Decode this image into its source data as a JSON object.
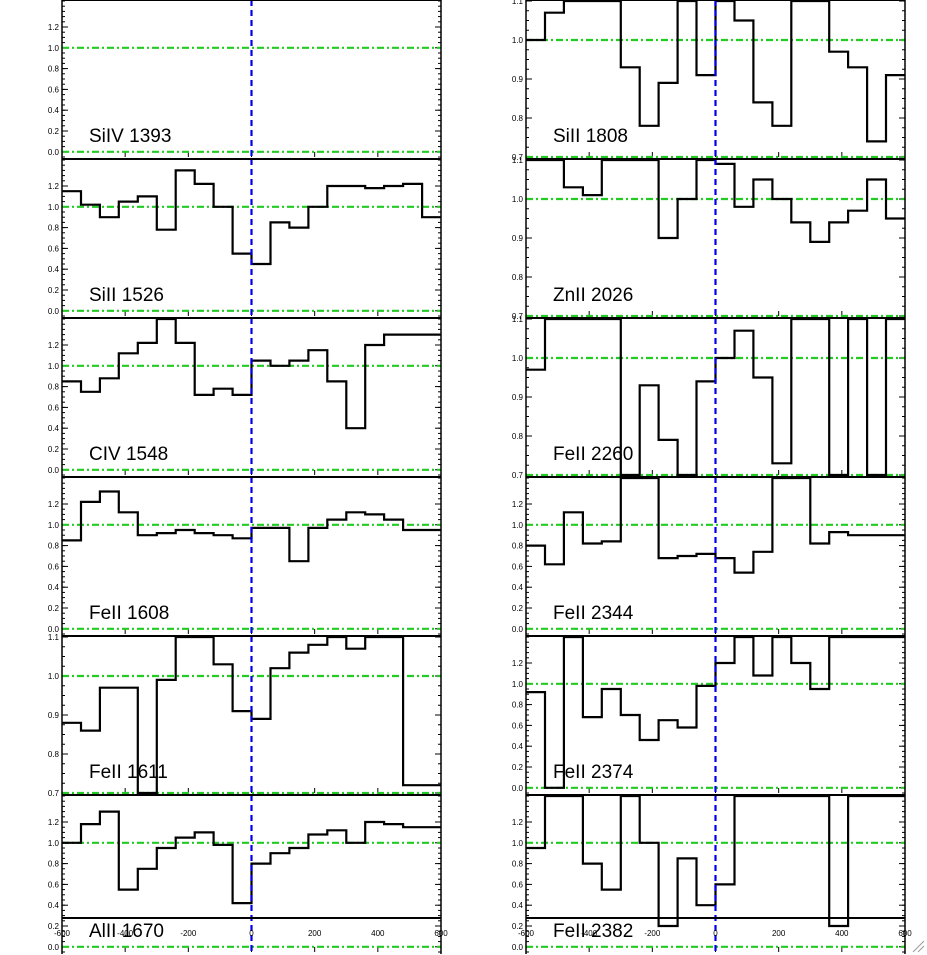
{
  "chart_data": {
    "type": "line",
    "xlim": [
      -600,
      600
    ],
    "x_ticks": [
      -600,
      -400,
      -200,
      0,
      200,
      400,
      600
    ],
    "x_tick_labels": [
      "-600",
      "-400",
      "-200",
      "0",
      "200",
      "400",
      "600"
    ],
    "reference_lines": {
      "continuum": 1.0,
      "zero": 0.0,
      "zero_velocity": 0,
      "continuum_color": "#22cc22",
      "velocity_color": "#0000ee"
    },
    "colors": {
      "data": "#000000"
    },
    "panels": [
      {
        "label": "SiIV 1393",
        "column": "left",
        "row": 0,
        "ylim": [
          -0.05,
          1.45
        ],
        "y_ticks": [
          0.0,
          0.2,
          0.4,
          0.6,
          0.8,
          1.0,
          1.2
        ],
        "y_tick_labels": [
          "0.0",
          "0.2",
          "0.4",
          "0.6",
          "0.8",
          "1.0",
          "1.2"
        ],
        "x": [],
        "y": []
      },
      {
        "label": "SiII 1808",
        "column": "right",
        "row": 0,
        "ylim": [
          0.7,
          1.1
        ],
        "y_ticks": [
          0.7,
          0.8,
          0.9,
          1.0,
          1.1
        ],
        "y_tick_labels": [
          "0.7",
          "0.8",
          "0.9",
          "1.0",
          "1.1"
        ],
        "x": [
          -600,
          -540,
          -480,
          -420,
          -360,
          -300,
          -240,
          -180,
          -120,
          -60,
          0,
          60,
          120,
          180,
          240,
          300,
          360,
          420,
          480,
          540
        ],
        "y": [
          1.0,
          1.07,
          1.12,
          1.12,
          1.12,
          0.93,
          0.78,
          0.89,
          1.2,
          0.91,
          1.12,
          1.05,
          0.84,
          0.78,
          1.12,
          1.12,
          0.97,
          0.93,
          0.74,
          0.91
        ]
      },
      {
        "label": "SiII 1526",
        "column": "left",
        "row": 1,
        "ylim": [
          -0.05,
          1.45
        ],
        "y_ticks": [
          0.0,
          0.2,
          0.4,
          0.6,
          0.8,
          1.0,
          1.2
        ],
        "y_tick_labels": [
          "0.0",
          "0.2",
          "0.4",
          "0.6",
          "0.8",
          "1.0",
          "1.2"
        ],
        "x": [
          -600,
          -540,
          -480,
          -420,
          -360,
          -300,
          -240,
          -180,
          -120,
          -60,
          0,
          60,
          120,
          180,
          240,
          300,
          360,
          420,
          480,
          540
        ],
        "y": [
          1.15,
          1.02,
          0.9,
          1.05,
          1.1,
          0.78,
          1.35,
          1.22,
          1.0,
          0.55,
          0.45,
          0.85,
          0.8,
          1.0,
          1.2,
          1.2,
          1.18,
          1.2,
          1.22,
          0.9
        ]
      },
      {
        "label": "ZnII 2026",
        "column": "right",
        "row": 1,
        "ylim": [
          0.7,
          1.1
        ],
        "y_ticks": [
          0.7,
          0.8,
          0.9,
          1.0,
          1.1
        ],
        "y_tick_labels": [
          "0.7",
          "0.8",
          "0.9",
          "1.0",
          "1.1"
        ],
        "x": [
          -600,
          -540,
          -480,
          -420,
          -360,
          -300,
          -240,
          -180,
          -120,
          -60,
          0,
          60,
          120,
          180,
          240,
          300,
          360,
          420,
          480,
          540
        ],
        "y": [
          1.12,
          1.12,
          1.03,
          1.01,
          1.12,
          1.12,
          1.12,
          0.9,
          1.0,
          1.12,
          1.09,
          0.98,
          1.05,
          1.0,
          0.94,
          0.89,
          0.94,
          0.97,
          1.05,
          0.95
        ]
      },
      {
        "label": "CIV 1548",
        "column": "left",
        "row": 2,
        "ylim": [
          -0.05,
          1.45
        ],
        "y_ticks": [
          0.0,
          0.2,
          0.4,
          0.6,
          0.8,
          1.0,
          1.2
        ],
        "y_tick_labels": [
          "0.0",
          "0.2",
          "0.4",
          "0.6",
          "0.8",
          "1.0",
          "1.2"
        ],
        "x": [
          -600,
          -540,
          -480,
          -420,
          -360,
          -300,
          -240,
          -180,
          -120,
          -60,
          0,
          60,
          120,
          180,
          240,
          300,
          360,
          420,
          480,
          540
        ],
        "y": [
          0.85,
          0.75,
          0.88,
          1.12,
          1.22,
          1.45,
          1.22,
          0.72,
          0.78,
          0.72,
          1.05,
          1.0,
          1.05,
          1.15,
          0.85,
          0.4,
          1.2,
          1.3,
          1.3,
          1.3
        ]
      },
      {
        "label": "FeII 2260",
        "column": "right",
        "row": 2,
        "ylim": [
          0.7,
          1.1
        ],
        "y_ticks": [
          0.7,
          0.8,
          0.9,
          1.0,
          1.1
        ],
        "y_tick_labels": [
          "0.7",
          "0.8",
          "0.9",
          "1.0",
          "1.1"
        ],
        "x": [
          -600,
          -540,
          -480,
          -420,
          -360,
          -300,
          -240,
          -180,
          -120,
          -60,
          0,
          60,
          120,
          180,
          240,
          300,
          360,
          420,
          480,
          540
        ],
        "y": [
          0.97,
          1.12,
          1.12,
          1.12,
          1.12,
          0.7,
          0.93,
          0.79,
          0.7,
          0.94,
          1.0,
          1.07,
          0.95,
          0.73,
          1.12,
          1.12,
          0.7,
          1.12,
          0.7,
          1.12
        ]
      },
      {
        "label": "FeII 1608",
        "column": "left",
        "row": 3,
        "ylim": [
          -0.05,
          1.45
        ],
        "y_ticks": [
          0.0,
          0.2,
          0.4,
          0.6,
          0.8,
          1.0,
          1.2
        ],
        "y_tick_labels": [
          "0.0",
          "0.2",
          "0.4",
          "0.6",
          "0.8",
          "1.0",
          "1.2"
        ],
        "x": [
          -600,
          -540,
          -480,
          -420,
          -360,
          -300,
          -240,
          -180,
          -120,
          -60,
          0,
          60,
          120,
          180,
          240,
          300,
          360,
          420,
          480,
          540
        ],
        "y": [
          0.85,
          1.22,
          1.32,
          1.12,
          0.9,
          0.92,
          0.95,
          0.92,
          0.9,
          0.87,
          0.97,
          0.97,
          0.65,
          0.97,
          1.05,
          1.12,
          1.1,
          1.05,
          0.95,
          0.95
        ]
      },
      {
        "label": "FeII 2344",
        "column": "right",
        "row": 3,
        "ylim": [
          -0.05,
          1.45
        ],
        "y_ticks": [
          0.0,
          0.2,
          0.4,
          0.6,
          0.8,
          1.0,
          1.2
        ],
        "y_tick_labels": [
          "0.0",
          "0.2",
          "0.4",
          "0.6",
          "0.8",
          "1.0",
          "1.2"
        ],
        "x": [
          -600,
          -540,
          -480,
          -420,
          -360,
          -300,
          -240,
          -180,
          -120,
          -60,
          0,
          60,
          120,
          180,
          240,
          300,
          360,
          420,
          480,
          540
        ],
        "y": [
          0.8,
          0.62,
          1.12,
          0.82,
          0.84,
          1.45,
          1.45,
          0.68,
          0.7,
          0.72,
          0.68,
          0.54,
          0.74,
          1.45,
          1.45,
          0.82,
          0.93,
          0.9,
          0.9,
          0.9
        ]
      },
      {
        "label": "FeII 1611",
        "column": "left",
        "row": 4,
        "ylim": [
          0.7,
          1.1
        ],
        "y_ticks": [
          0.7,
          0.8,
          0.9,
          1.0,
          1.1
        ],
        "y_tick_labels": [
          "0.7",
          "0.8",
          "0.9",
          "1.0",
          "1.1"
        ],
        "x": [
          -600,
          -540,
          -480,
          -420,
          -360,
          -300,
          -240,
          -180,
          -120,
          -60,
          0,
          60,
          120,
          180,
          240,
          300,
          360,
          420,
          480,
          540
        ],
        "y": [
          0.88,
          0.86,
          0.97,
          0.97,
          0.7,
          0.99,
          1.12,
          1.1,
          1.03,
          0.91,
          0.89,
          1.02,
          1.06,
          1.08,
          1.12,
          1.07,
          1.1,
          1.1,
          0.72,
          0.72
        ]
      },
      {
        "label": "FeII 2374",
        "column": "right",
        "row": 4,
        "ylim": [
          -0.05,
          1.45
        ],
        "y_ticks": [
          0.0,
          0.2,
          0.4,
          0.6,
          0.8,
          1.0,
          1.2
        ],
        "y_tick_labels": [
          "0.0",
          "0.2",
          "0.4",
          "0.6",
          "0.8",
          "1.0",
          "1.2"
        ],
        "x": [
          -600,
          -540,
          -480,
          -420,
          -360,
          -300,
          -240,
          -180,
          -120,
          -60,
          0,
          60,
          120,
          180,
          240,
          300,
          360,
          420,
          480,
          540
        ],
        "y": [
          0.92,
          0.0,
          1.45,
          0.68,
          0.95,
          0.7,
          0.46,
          0.65,
          0.58,
          0.98,
          1.2,
          1.45,
          1.08,
          1.45,
          1.2,
          0.95,
          1.45,
          1.45,
          1.45,
          1.45
        ]
      },
      {
        "label": "AlII 1670",
        "column": "left",
        "row": 5,
        "ylim": [
          -0.05,
          1.45
        ],
        "y_ticks": [
          0.0,
          0.2,
          0.4,
          0.6,
          0.8,
          1.0,
          1.2
        ],
        "y_tick_labels": [
          "0.0",
          "0.2",
          "0.4",
          "0.6",
          "0.8",
          "1.0",
          "1.2"
        ],
        "x": [
          -600,
          -540,
          -480,
          -420,
          -360,
          -300,
          -240,
          -180,
          -120,
          -60,
          0,
          60,
          120,
          180,
          240,
          300,
          360,
          420,
          480,
          540
        ],
        "y": [
          1.0,
          1.18,
          1.3,
          0.55,
          0.75,
          0.95,
          1.05,
          1.1,
          0.98,
          0.42,
          0.8,
          0.9,
          0.95,
          1.08,
          1.12,
          1.0,
          1.2,
          1.18,
          1.15,
          1.15
        ]
      },
      {
        "label": "FeII 2382",
        "column": "right",
        "row": 5,
        "ylim": [
          -0.05,
          1.45
        ],
        "y_ticks": [
          0.0,
          0.2,
          0.4,
          0.6,
          0.8,
          1.0,
          1.2
        ],
        "y_tick_labels": [
          "0.0",
          "0.2",
          "0.4",
          "0.6",
          "0.8",
          "1.0",
          "1.2"
        ],
        "x": [
          -600,
          -540,
          -480,
          -420,
          -360,
          -300,
          -240,
          -180,
          -120,
          -60,
          0,
          60,
          120,
          180,
          240,
          300,
          360,
          420,
          480,
          540
        ],
        "y": [
          0.95,
          1.45,
          1.45,
          0.8,
          0.55,
          1.45,
          1.0,
          0.2,
          0.85,
          0.4,
          0.6,
          1.45,
          1.45,
          1.45,
          1.45,
          1.45,
          0.2,
          1.45,
          1.45,
          1.45
        ]
      }
    ]
  }
}
